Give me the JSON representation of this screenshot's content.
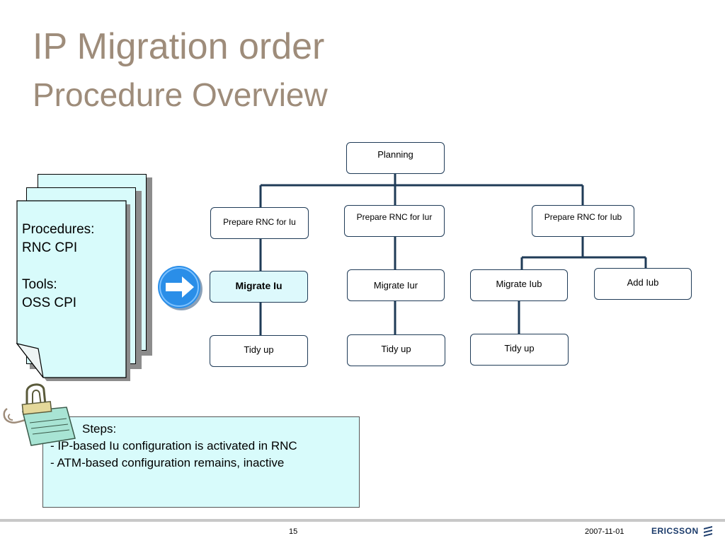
{
  "slide": {
    "title": "IP Migration order",
    "subtitle": "Procedure Overview"
  },
  "document": {
    "procedures_label": "Procedures:",
    "procedures_value": "RNC CPI",
    "tools_label": "Tools:",
    "tools_value": "OSS CPI"
  },
  "flow": {
    "planning": "Planning",
    "prepare_iu": "Prepare RNC for Iu",
    "prepare_iur": "Prepare RNC for Iur",
    "prepare_iub": "Prepare RNC for Iub",
    "migrate_iu": "Migrate Iu",
    "migrate_iur": "Migrate Iur",
    "migrate_iub": "Migrate Iub",
    "add_iub": "Add Iub",
    "tidy_iu": "Tidy up",
    "tidy_iur": "Tidy up",
    "tidy_iub": "Tidy up"
  },
  "steps": {
    "header": "Steps:",
    "line1": "- IP-based Iu configuration is activated in RNC",
    "line2": "- ATM-based configuration remains, inactive"
  },
  "footer": {
    "page_number": "15",
    "date": "2007-11-01",
    "logo": "ERICSSON"
  },
  "colors": {
    "title": "#9e8c7a",
    "connector": "#1f3b57",
    "highlight_fill": "#ddf9fc",
    "arrow_button": "#2a8ee8"
  },
  "icons": {
    "arrow": "right-arrow-icon",
    "clip": "paper-clip-icon",
    "logo": "ericsson-logo-icon"
  }
}
